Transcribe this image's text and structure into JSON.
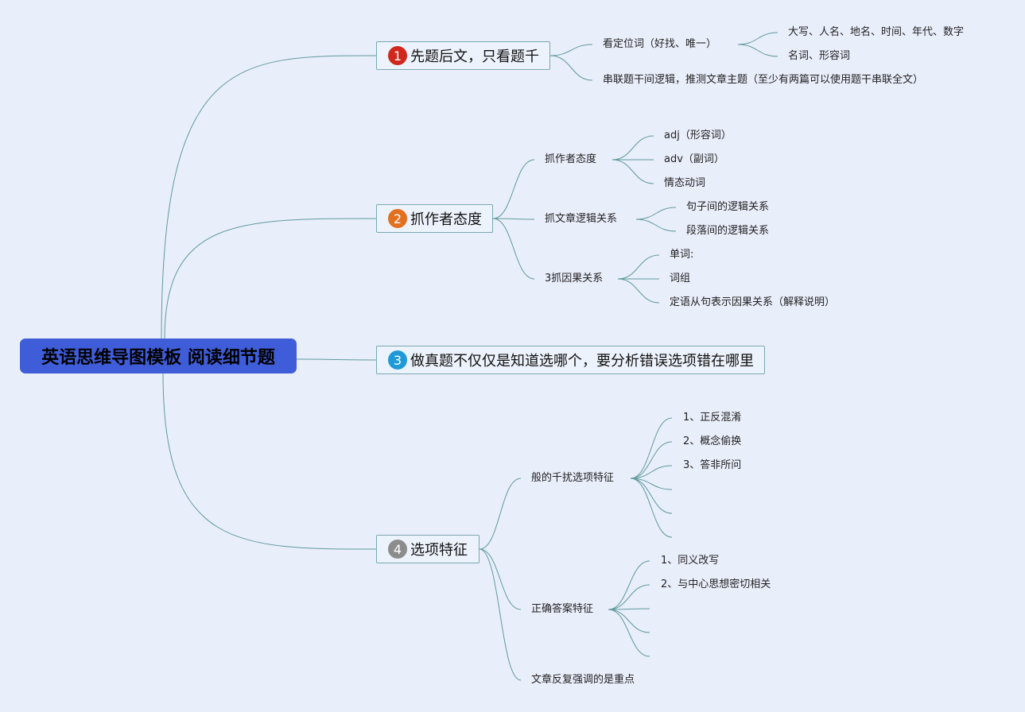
{
  "root": {
    "title": "英语思维导图模板 阅读细节题"
  },
  "colors": {
    "background": "#e9eefb",
    "root_fill": "#3f5dd8",
    "line": "#5f9b9b",
    "badge1": "#d0281c",
    "badge2": "#e2701e",
    "badge3": "#1f9ad8",
    "badge4": "#8c8c8c"
  },
  "topics": [
    {
      "number": "1",
      "label": "先题后文，只看题千",
      "children": [
        {
          "label": "看定位词（好找、唯一）",
          "children": [
            "大写、人名、地名、时间、年代、数字",
            "名词、形容词"
          ]
        },
        {
          "label": "串联题干间逻辑，推测文章主题（至少有两篇可以使用题干串联全文）",
          "children": []
        }
      ]
    },
    {
      "number": "2",
      "label": "抓作者态度",
      "children": [
        {
          "label": "抓作者态度",
          "children": [
            "adj（形容词）",
            "adv（副词）",
            "情态动词"
          ]
        },
        {
          "label": "抓文章逻辑关系",
          "children": [
            "句子间的逻辑关系",
            "段落间的逻辑关系"
          ]
        },
        {
          "label": "3抓因果关系",
          "children": [
            "单词:",
            "词组",
            "定语从句表示因果关系（解释说明）"
          ]
        }
      ]
    },
    {
      "number": "3",
      "label": "做真题不仅仅是知道选哪个，要分析错误选项错在哪里",
      "children": []
    },
    {
      "number": "4",
      "label": "选项特征",
      "children": [
        {
          "label": "般的千扰选项特征",
          "children": [
            "1、正反混淆",
            "2、概念偷换",
            "3、答非所问",
            "",
            "",
            ""
          ]
        },
        {
          "label": "正确答案特征",
          "children": [
            "1、同义改写",
            "2、与中心思想密切相关",
            "",
            "",
            ""
          ]
        },
        {
          "label": "文章反复强调的是重点",
          "children": []
        }
      ]
    }
  ]
}
